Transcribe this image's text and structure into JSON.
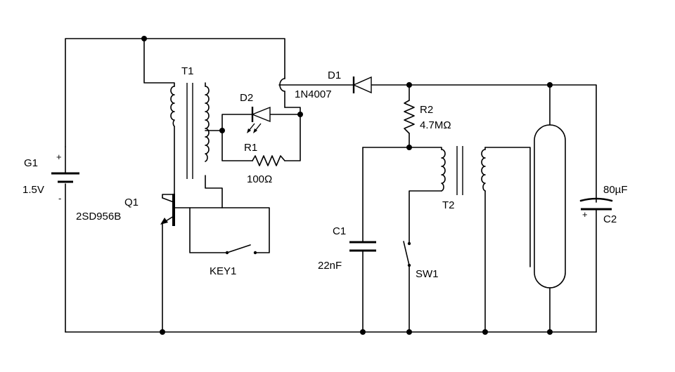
{
  "components": {
    "g1": {
      "ref": "G1",
      "value": "1.5V",
      "plus": "+",
      "minus": "-"
    },
    "t1": {
      "ref": "T1"
    },
    "q1": {
      "ref": "Q1",
      "value": "2SD956B"
    },
    "d1": {
      "ref": "D1",
      "value": "1N4007"
    },
    "d2": {
      "ref": "D2"
    },
    "r1": {
      "ref": "R1",
      "value": "100Ω"
    },
    "r2": {
      "ref": "R2",
      "value": "4.7MΩ"
    },
    "key1": {
      "ref": "KEY1"
    },
    "c1": {
      "ref": "C1",
      "value": "22nF"
    },
    "sw1": {
      "ref": "SW1"
    },
    "t2": {
      "ref": "T2"
    },
    "c2": {
      "ref": "C2",
      "value": "80µF",
      "plus": "+"
    }
  }
}
